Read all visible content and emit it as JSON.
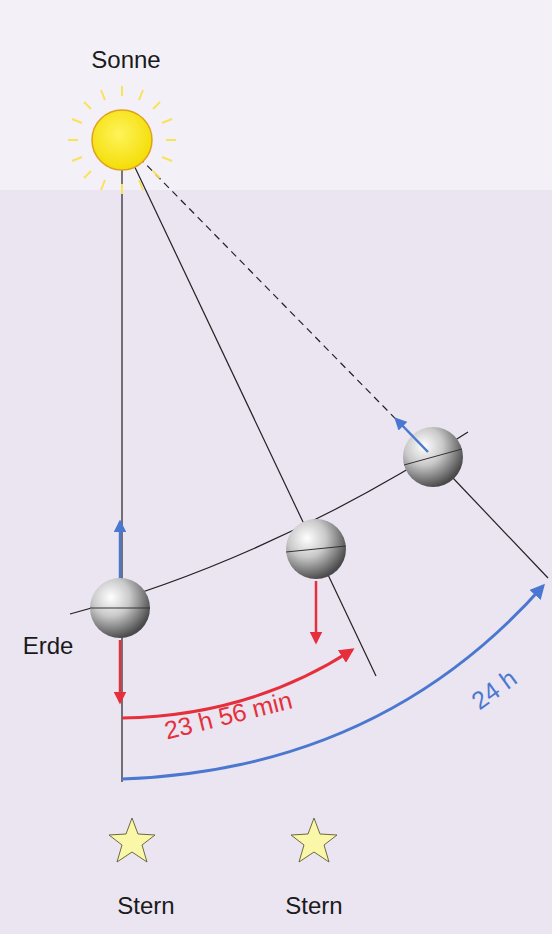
{
  "diagram": {
    "labels": [
      "Sonne",
      "Erde",
      "23 h 56 min",
      "24 h",
      "Stern",
      "Stern"
    ]
  }
}
